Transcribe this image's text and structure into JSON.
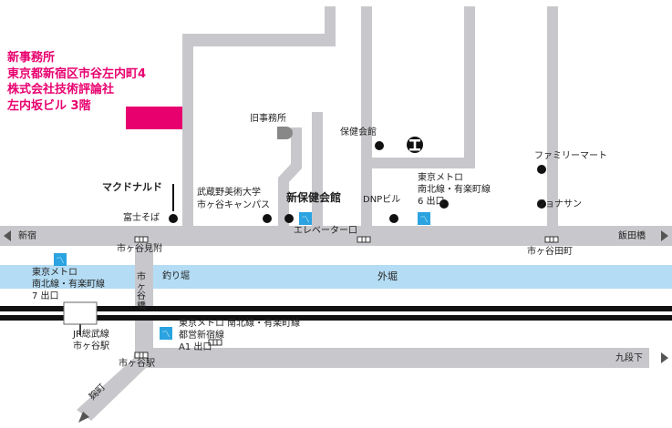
{
  "address": {
    "lines": [
      "新事務所",
      "東京都新宿区市谷左内町4",
      "株式会社技術評論社",
      "左内坂ビル 3階"
    ],
    "color": "#e8006f"
  },
  "colors": {
    "road": "#c8c8cc",
    "water": "#b4dcf4",
    "rail": "#111111",
    "metro": "#2aa3e0",
    "accent": "#e8006f"
  },
  "labels": {
    "old_office": "旧事務所",
    "hokenkaikan": "保健会館",
    "familymart": "ファミリーマート",
    "metro_exit6": [
      "東京メトロ",
      "南北線・有楽町線",
      "6 出口"
    ],
    "jonathan": "ジョナサン",
    "mcdonalds": "マクドナルド",
    "musashino": [
      "武蔵野美術大学",
      "市ヶ谷キャンパス"
    ],
    "new_hoken": "新保健会館",
    "dnp": "DNPビル",
    "fujisoba": "富士そば",
    "elevator": "エレベーター口",
    "shinjuku": "新宿",
    "iidabashi": "飯田橋",
    "ichigaya_mitsuke": "市ヶ谷見附",
    "ichigaya_tamachi": "市ヶ谷田町",
    "metro_exit7": [
      "東京メトロ",
      "南北線・有楽町線",
      "7 出口"
    ],
    "tsuribori": "釣り堀",
    "sotobori": "外堀",
    "ichigayabashi": "市ヶ谷橋",
    "metro_a1": [
      "東京メトロ 南北線・有楽町線",
      "都営新宿線",
      "A1 出口"
    ],
    "jr": [
      "JR総武線",
      "市ヶ谷駅"
    ],
    "ichigaya_station": "市ヶ谷駅",
    "kudanshita": "九段下",
    "kojimachi": "麹町"
  },
  "icons": [
    "train-station-icon",
    "metro-logo-icon",
    "subway-symbol-icon",
    "landmark-dot-icon",
    "direction-arrow-icon"
  ]
}
